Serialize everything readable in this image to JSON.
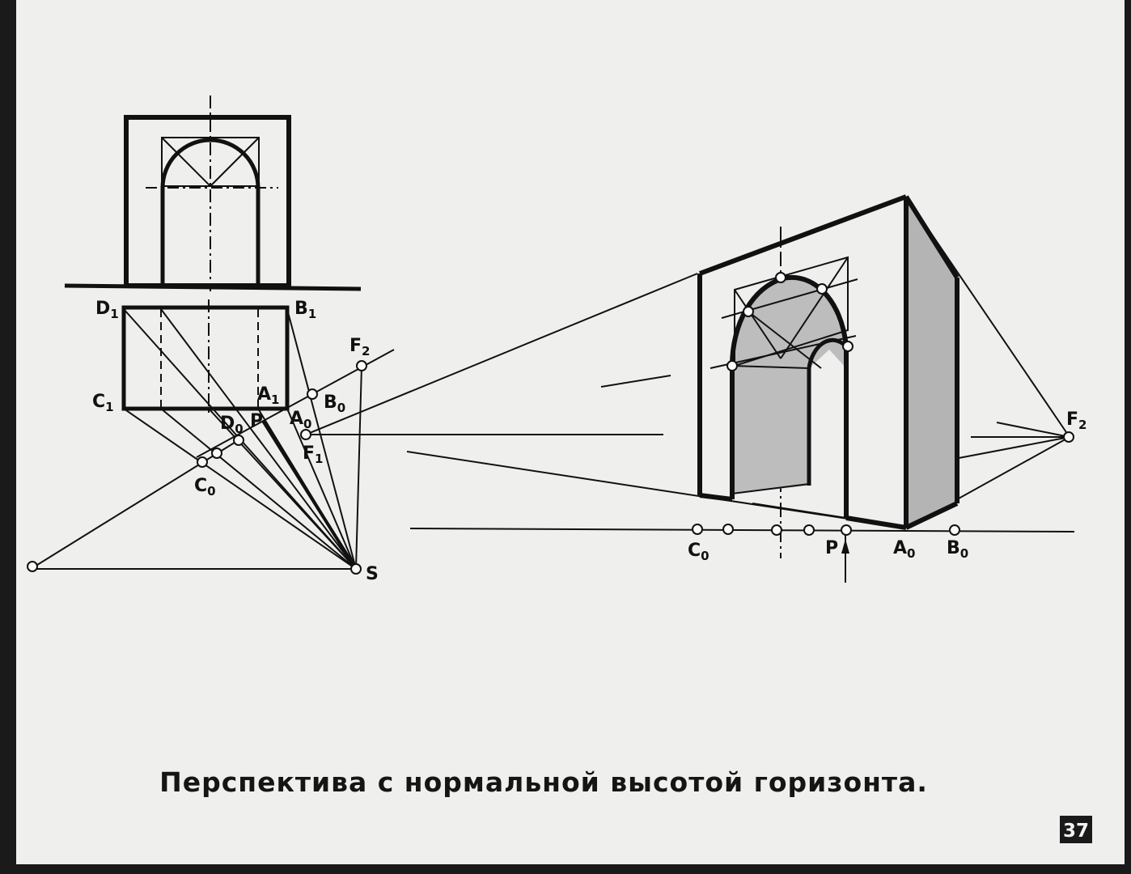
{
  "caption": "Перспектива с нормальной высотой горизонта.",
  "page_number": "37",
  "plan_labels": {
    "D1": "D",
    "B1": "B",
    "C1": "C",
    "A1": "A",
    "F2": "F",
    "B0": "B",
    "A0": "A",
    "F1": "F",
    "D0": "D",
    "P": "P",
    "C0": "C",
    "S": "S"
  },
  "persp_labels": {
    "F2": "F",
    "C0": "C",
    "P": "P",
    "A0": "A",
    "B0": "B"
  },
  "subscripts": {
    "one": "1",
    "two": "2",
    "zero": "0"
  },
  "colors": {
    "paper": "#efefed",
    "ink": "#111111",
    "shade": "#b4b4b4",
    "border": "#1a1a1a"
  }
}
